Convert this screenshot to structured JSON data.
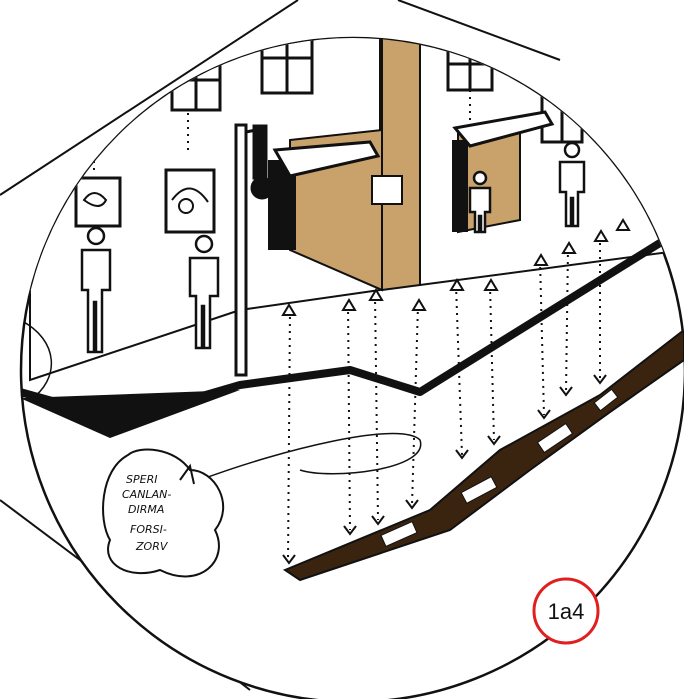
{
  "colors": {
    "ink": "#111111",
    "paper": "#ffffff",
    "wall_accent": "#c9a26b",
    "badge_ring": "#e02020"
  },
  "sketch": {
    "speech_bubble_lines": [
      "SPERI",
      "CANLAN-",
      "DIRMA",
      "FORSI-",
      "ZORV"
    ],
    "badge_label": "1a4"
  },
  "icons": [
    "pedestrian-icon",
    "streetlamp-icon",
    "awning-icon",
    "arrow-marker-icon"
  ]
}
